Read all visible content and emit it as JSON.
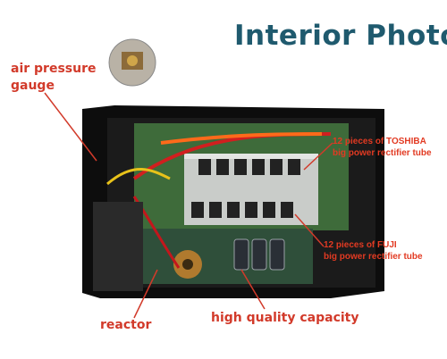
{
  "title": "Interior Photo",
  "labels": {
    "air_pressure_gauge": [
      "air pressure",
      "gauge"
    ],
    "reactor": "reactor",
    "capacity": "high quality capacity",
    "toshiba": [
      "12 pieces of TOSHIBA",
      "big power rectifier tube"
    ],
    "fuji": [
      "12 pieces of FUJI",
      "big power rectifier tube"
    ]
  },
  "colors": {
    "title": "#1f5a6e",
    "label": "#d23a2a",
    "pointer": "#d23a2a"
  }
}
